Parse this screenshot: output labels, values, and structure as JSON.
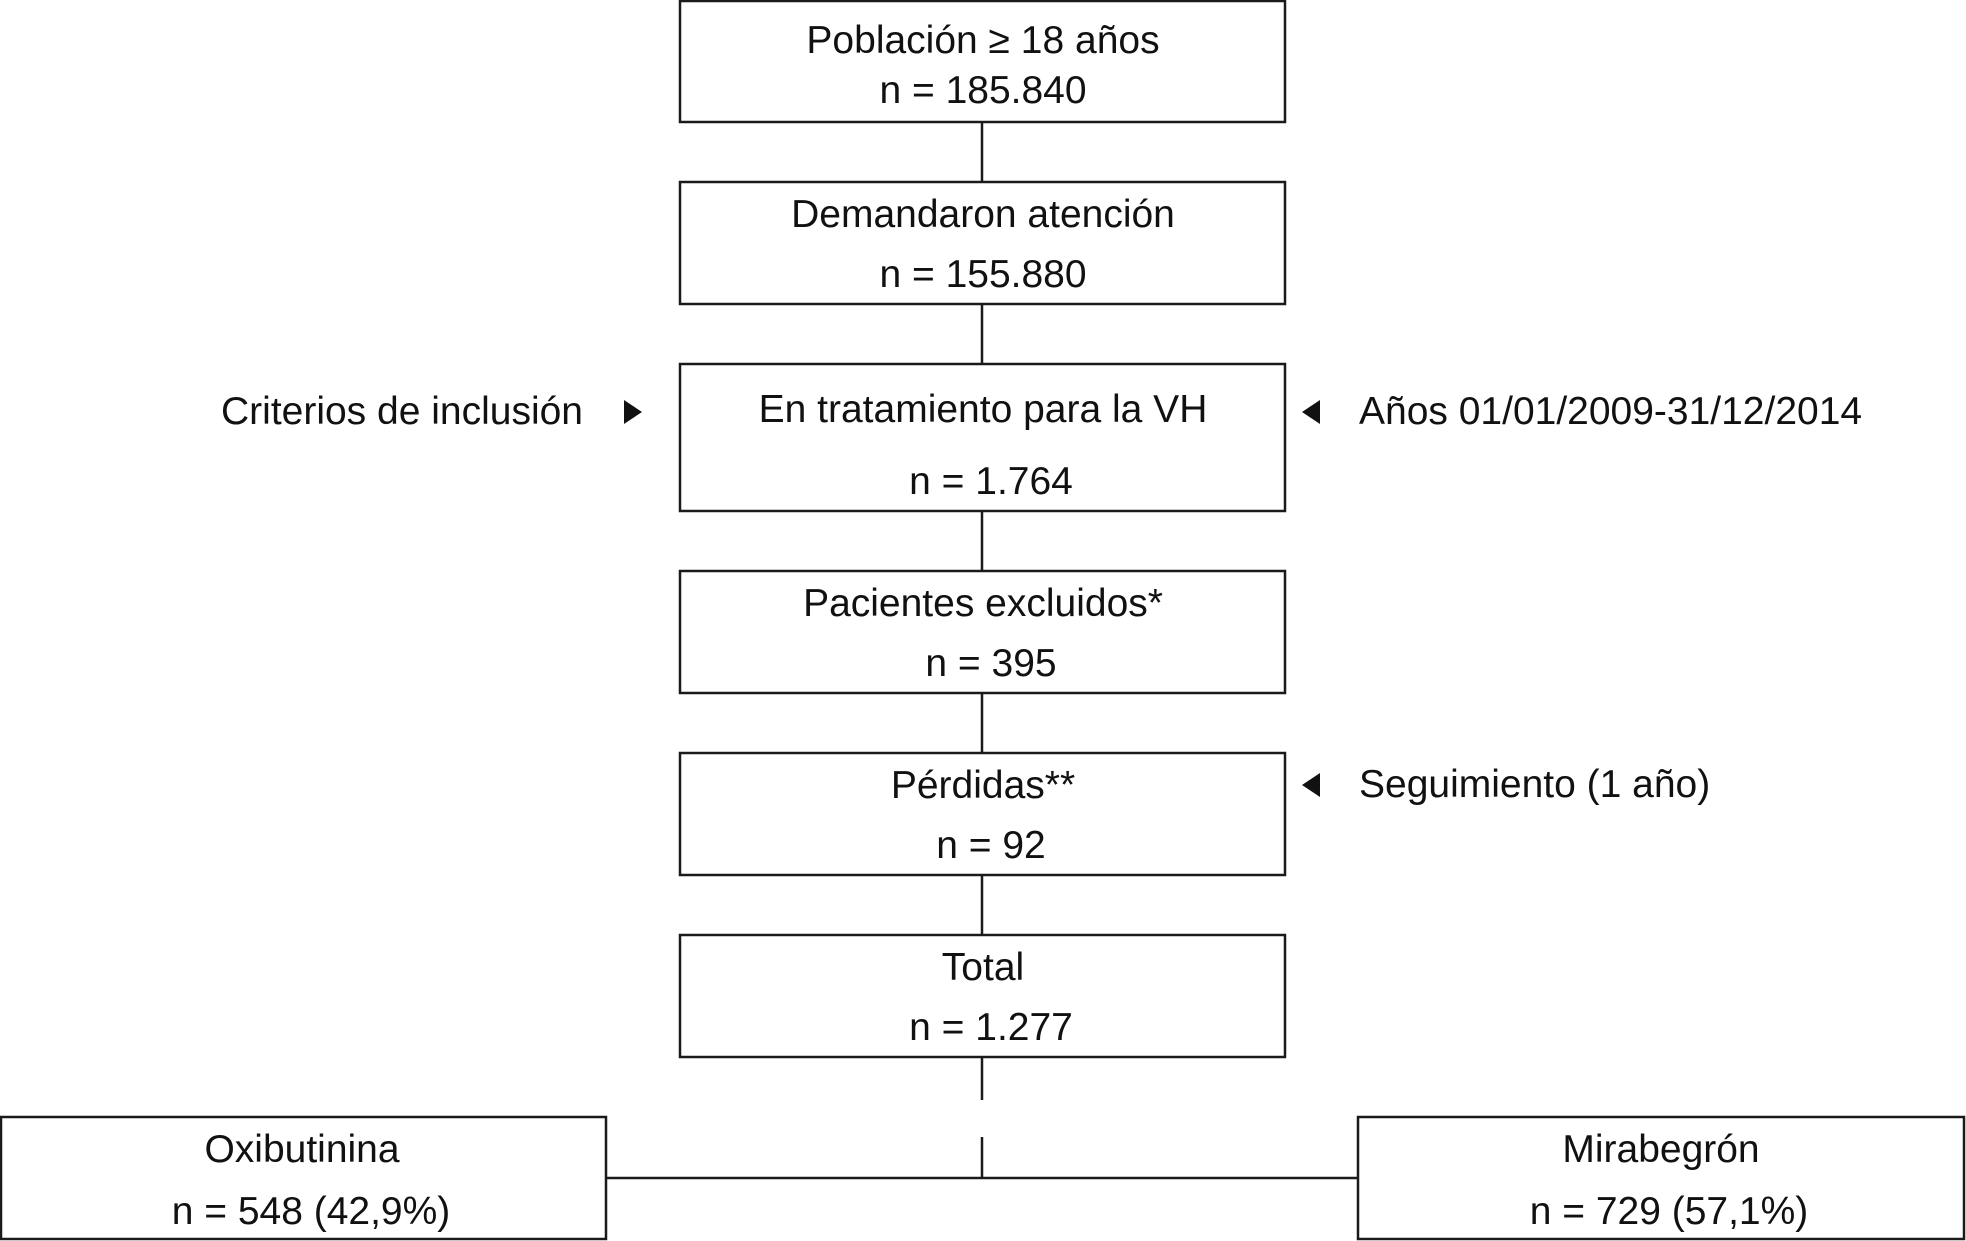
{
  "flow": {
    "poblacion": {
      "title": "Población ≥ 18 años",
      "n": "n = 185.840"
    },
    "demanda": {
      "title": "Demandaron atención",
      "n": "n = 155.880"
    },
    "tratamiento": {
      "title": "En tratamiento para la VH",
      "n": "n = 1.764"
    },
    "excluidos": {
      "title": "Pacientes excluidos*",
      "n": "n = 395"
    },
    "perdidas": {
      "title": "Pérdidas**",
      "n": "n = 92"
    },
    "total": {
      "title": "Total",
      "n": "n = 1.277"
    }
  },
  "groups": {
    "oxibutinina": {
      "title": "Oxibutinina",
      "n": "n = 548 (42,9%)"
    },
    "mirabegron": {
      "title": "Mirabegrón",
      "n": "n = 729 (57,1%)"
    }
  },
  "side_notes": {
    "criterios": "Criterios de inclusión",
    "anos": "Años 01/01/2009-31/12/2014",
    "seguimiento": "Seguimiento (1 año)"
  }
}
